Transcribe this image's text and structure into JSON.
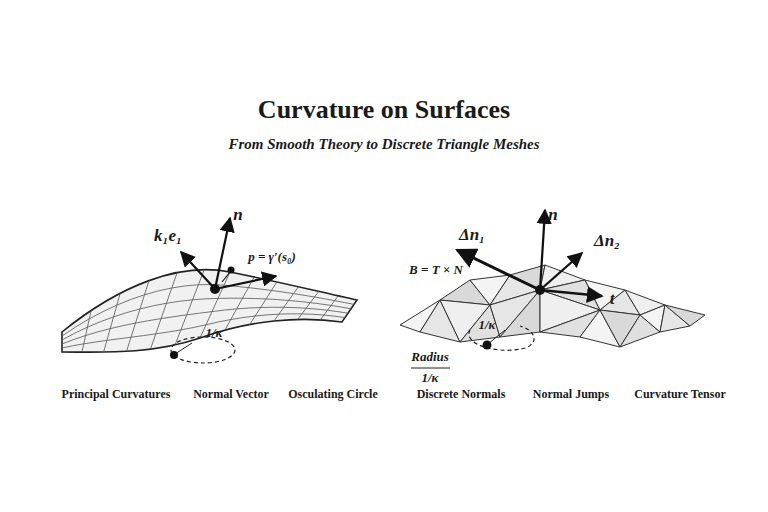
{
  "diagram": {
    "title": "Curvature on Surfaces",
    "labels": [
      "From Smooth Theory to Discrete Triangle Meshes",
      "k₁e₁",
      "n",
      "p = γ′(s₀)",
      "1/κ",
      "Principal Curvatures",
      "Normal Vector",
      "Osculating Circle",
      "Δn₁",
      "n",
      "Δn₂",
      "B = T × N",
      "1/κ",
      "t",
      "Radius",
      "1/κ",
      "Discrete Normals",
      "Normal Jumps",
      "Curvature Tensor"
    ]
  }
}
